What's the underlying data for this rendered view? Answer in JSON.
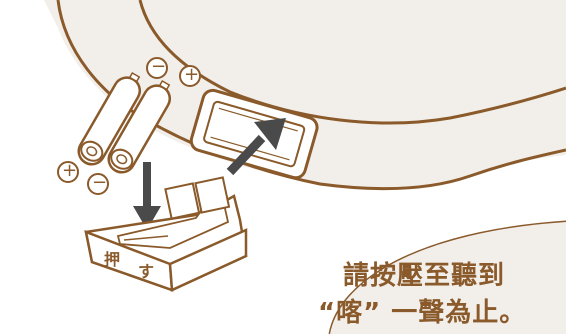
{
  "callout": {
    "line1": "請按壓至聽到",
    "line2": "“喀” 一聲為止。"
  },
  "tray": {
    "label_push": "押",
    "label_su": "す"
  },
  "polarity": {
    "minus": "−",
    "plus": "+"
  },
  "colors": {
    "outline": "#8a5a2b",
    "device_fill": "#f2eee9",
    "arrow": "#4a4a4a"
  }
}
